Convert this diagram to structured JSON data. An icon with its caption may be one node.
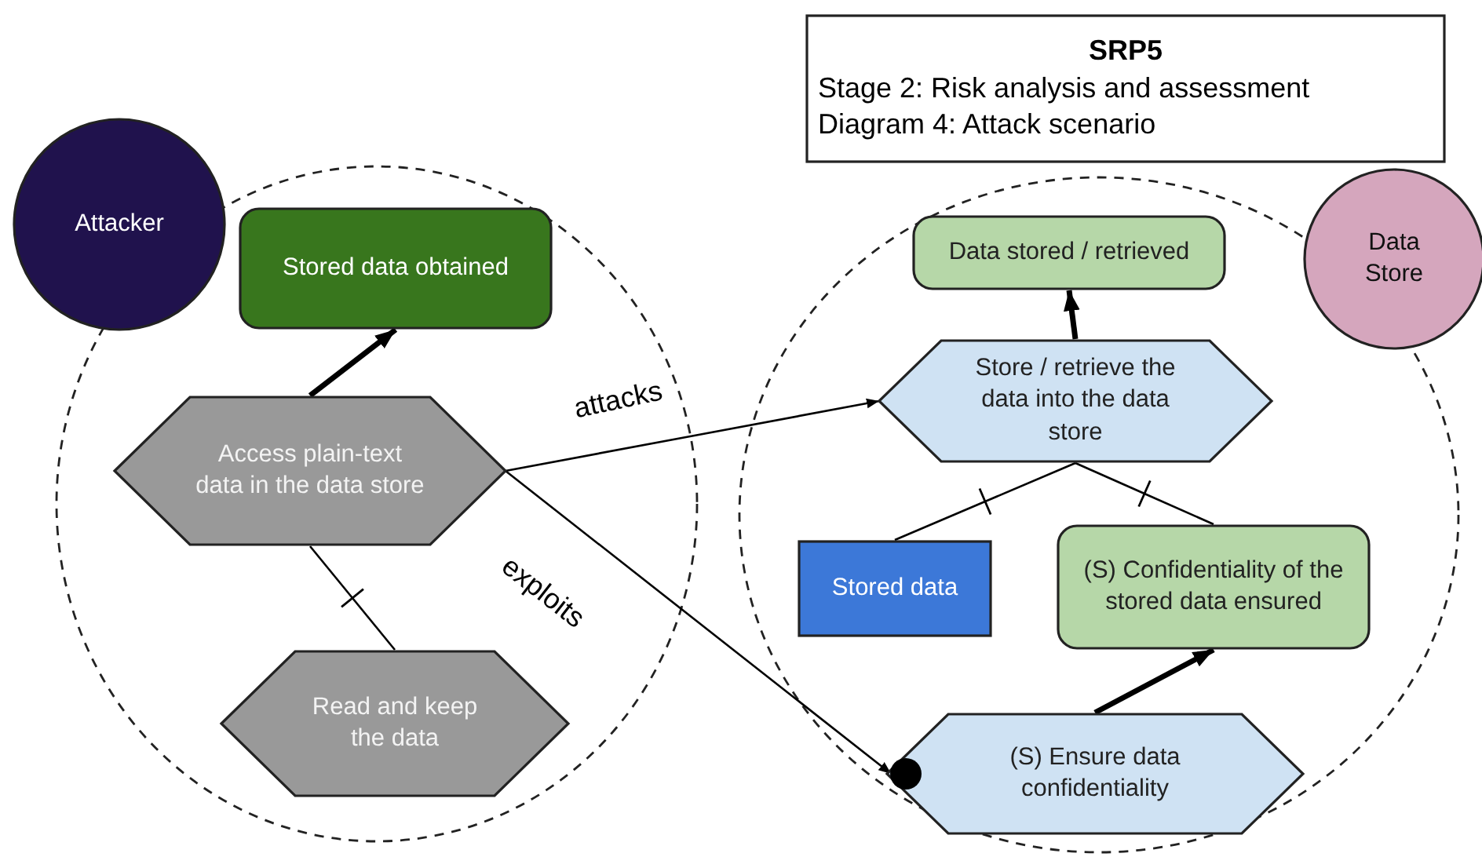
{
  "diagram": {
    "nodes": [
      {
        "text": [],
        "shape": "circle"
      },
      {
        "text": [
          "Attacker"
        ]
      },
      {
        "text": [
          "Stored data obtained"
        ],
        "in": 0
      },
      {
        "text": [
          "Access plain-text data in the data store"
        ],
        "in": 0
      },
      {
        "text": [
          "Read and keep the data"
        ],
        "in": 0
      },
      {
        "text": [],
        "shape": "circle"
      },
      {
        "text": [
          "Data Store"
        ]
      },
      {
        "text": [
          "Data stored / retrieved"
        ],
        "in": 5
      },
      {
        "text": [
          "Store / retrieve the data into the data store"
        ],
        "in": 5
      },
      {
        "text": [
          "Stored data"
        ],
        "in": 5
      },
      {
        "text": [
          "(S) Confidentiality of the stored data ensured"
        ],
        "in": 5
      },
      {
        "text": [
          "(S) Ensure data confidentiality"
        ],
        "in": 5
      },
      {
        "text": [
          "SRP5",
          "Stage 2: Risk analysis and assessment",
          "Diagram 4: Attack scenario"
        ]
      }
    ],
    "edges": [
      {
        "from": 3,
        "to": 2,
        "arrow": "to",
        "style": "thick"
      },
      {
        "from": 4,
        "to": 3,
        "arrow": "none"
      },
      {
        "from": 3,
        "to": 8,
        "arrow": "to",
        "label": "attacks"
      },
      {
        "from": 3,
        "to": 11,
        "arrow": "to",
        "label": "exploits"
      },
      {
        "from": 8,
        "to": 7,
        "arrow": "to",
        "style": "thick"
      },
      {
        "from": 9,
        "to": 8,
        "arrow": "none"
      },
      {
        "from": 10,
        "to": 8,
        "arrow": "none"
      },
      {
        "from": 11,
        "to": 10,
        "arrow": "to",
        "style": "thick"
      }
    ]
  }
}
